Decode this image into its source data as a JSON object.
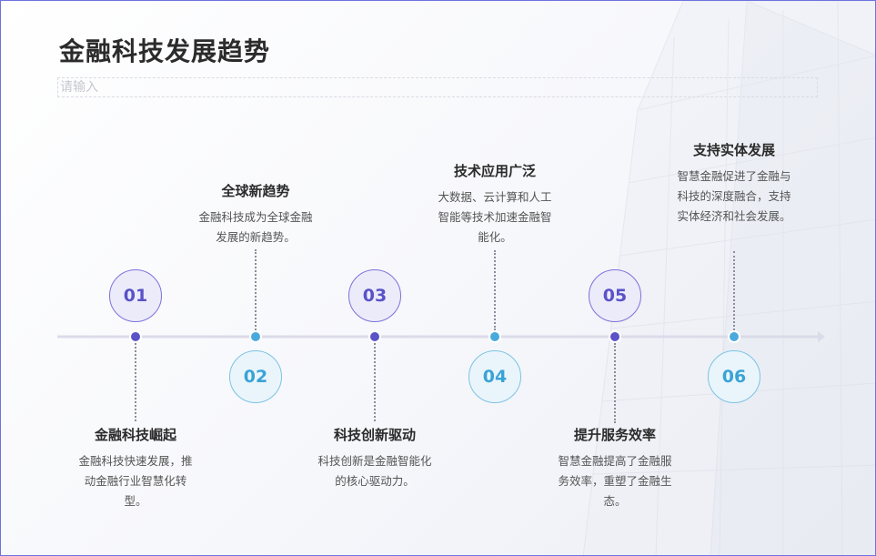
{
  "title": "金融科技发展趋势",
  "subtitle_placeholder": "请输入",
  "colors": {
    "purple": "#5a52c7",
    "blue": "#4aa9dc",
    "axis": "#dcdbe9",
    "border": "#6d72e0"
  },
  "steps": [
    {
      "number": "01",
      "title": "金融科技崛起",
      "desc": "金融科技快速发展，推动金融行业智慧化转型。",
      "color": "purple"
    },
    {
      "number": "02",
      "title": "全球新趋势",
      "desc": "金融科技成为全球金融发展的新趋势。",
      "color": "blue"
    },
    {
      "number": "03",
      "title": "科技创新驱动",
      "desc": "科技创新是金融智能化的核心驱动力。",
      "color": "purple"
    },
    {
      "number": "04",
      "title": "技术应用广泛",
      "desc": "大数据、云计算和人工智能等技术加速金融智能化。",
      "color": "blue"
    },
    {
      "number": "05",
      "title": "提升服务效率",
      "desc": "智慧金融提高了金融服务效率，重塑了金融生态。",
      "color": "purple"
    },
    {
      "number": "06",
      "title": "支持实体发展",
      "desc": "智慧金融促进了金融与科技的深度融合，支持实体经济和社会发展。",
      "color": "blue"
    }
  ]
}
